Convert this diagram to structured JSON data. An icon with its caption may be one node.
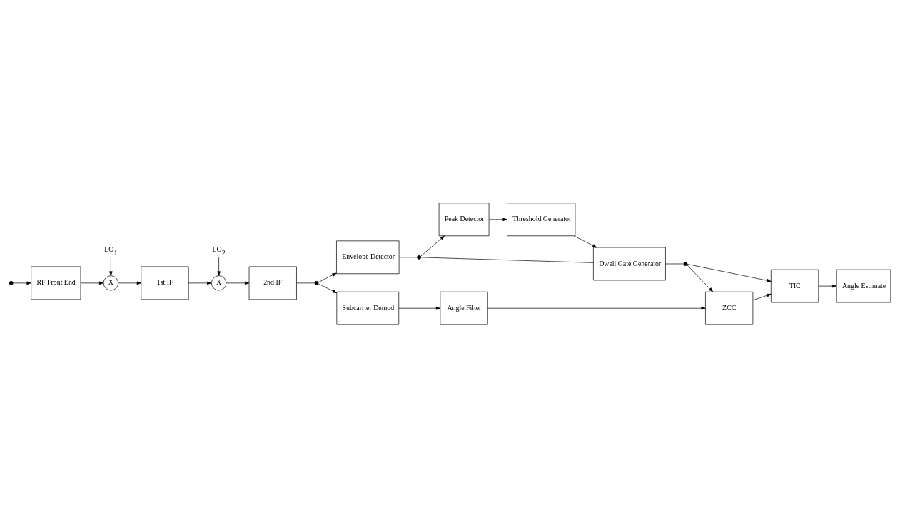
{
  "diagram": {
    "nodes": [
      {
        "text": [],
        "shape": "circle"
      },
      {
        "text": [
          "RF Front End"
        ]
      },
      {
        "text": [
          "X"
        ]
      },
      {
        "text": [
          "1st IF"
        ]
      },
      {
        "text": [
          "X"
        ]
      },
      {
        "text": [
          "2nd IF"
        ]
      },
      {
        "text": [
          "LO$_{1}$"
        ]
      },
      {
        "text": [
          "LO$_{2}$"
        ]
      },
      {
        "text": [
          "Envelope Detector"
        ]
      },
      {
        "text": [
          "Peak Detector"
        ]
      },
      {
        "text": [
          "Threshold Generator"
        ]
      },
      {
        "text": [
          "Dwell Gate Generator"
        ]
      },
      {
        "text": [
          "Subcarrier Demod"
        ]
      },
      {
        "text": [
          "Angle Filter"
        ]
      },
      {
        "text": [
          "ZCC"
        ]
      },
      {
        "text": [
          "TIC"
        ]
      },
      {
        "text": [
          "Angle Estimate"
        ]
      },
      {
        "text": [],
        "shape": "circle"
      },
      {
        "text": [],
        "shape": "circle"
      },
      {
        "text": [],
        "shape": "circle"
      }
    ],
    "edges": [
      {
        "from": 0,
        "to": 1,
        "arrow": "to"
      },
      {
        "from": 1,
        "to": 2,
        "arrow": "to"
      },
      {
        "from": 6,
        "to": 2,
        "arrow": "to"
      },
      {
        "from": 2,
        "to": 3,
        "arrow": "to"
      },
      {
        "from": 3,
        "to": 4,
        "arrow": "to"
      },
      {
        "from": 7,
        "to": 4,
        "arrow": "to"
      },
      {
        "from": 4,
        "to": 5,
        "arrow": "to"
      },
      {
        "from": 5,
        "to": 17,
        "arrow": "none"
      },
      {
        "from": 17,
        "to": 8,
        "arrow": "to"
      },
      {
        "from": 17,
        "to": 12,
        "arrow": "to"
      },
      {
        "from": 8,
        "to": 18,
        "arrow": "none"
      },
      {
        "from": 18,
        "to": 11,
        "arrow": "none"
      },
      {
        "from": 18,
        "to": 9,
        "arrow": "to"
      },
      {
        "from": 9,
        "to": 10,
        "arrow": "to"
      },
      {
        "from": 10,
        "to": 11,
        "arrow": "to"
      },
      {
        "from": 11,
        "to": 19,
        "arrow": "none"
      },
      {
        "from": 19,
        "to": 14,
        "arrow": "to"
      },
      {
        "from": 19,
        "to": 15,
        "arrow": "to"
      },
      {
        "from": 12,
        "to": 13,
        "arrow": "to"
      },
      {
        "from": 13,
        "to": 14,
        "arrow": "to"
      },
      {
        "from": 14,
        "to": 15,
        "arrow": "to"
      },
      {
        "from": 15,
        "to": 16,
        "arrow": "to"
      }
    ]
  }
}
